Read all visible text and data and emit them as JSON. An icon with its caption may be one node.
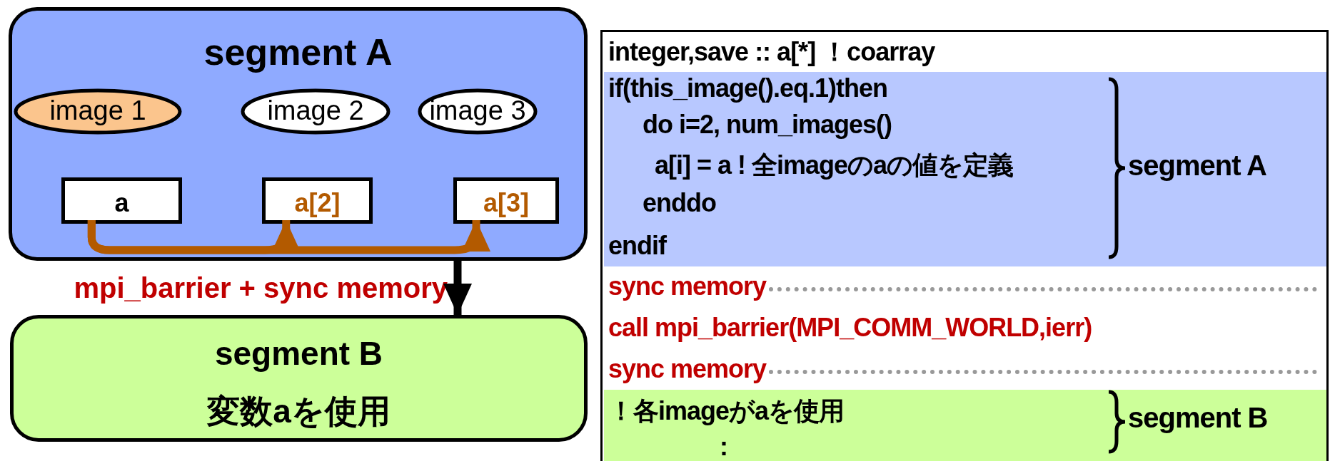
{
  "diagram": {
    "nodes": [
      {
        "text": [
          "segment A"
        ]
      },
      {
        "text": [
          "image 1"
        ],
        "in": 0
      },
      {
        "text": [
          "image 2"
        ],
        "in": 0
      },
      {
        "text": [
          "image 3"
        ],
        "in": 0
      },
      {
        "text": [
          "a"
        ],
        "in": 0
      },
      {
        "text": [
          "a[2]"
        ],
        "in": 0
      },
      {
        "text": [
          "a[3]"
        ],
        "in": 0
      },
      {
        "text": [
          "segment B",
          "変数aを使用"
        ]
      }
    ],
    "edges": [
      {
        "from": 4,
        "to": 5,
        "arrow": "to"
      },
      {
        "from": 4,
        "to": 6,
        "arrow": "to"
      },
      {
        "from": 0,
        "to": 7,
        "arrow": "to",
        "label": "mpi_barrier + sync memory",
        "color": "#000000"
      }
    ],
    "labels": [
      "integer,save :: a[*] ！coarray",
      "if(this_image().eq.1)then",
      "do i=2, num_images()",
      "a[i] = a ! 全imageのaの値を定義",
      "enddo",
      "endif",
      "segment A",
      "sync memory",
      "call mpi_barrier(MPI_COMM_WORLD,ierr)",
      "sync memory",
      "！各imageがaを使用",
      ":",
      "segment B"
    ]
  }
}
